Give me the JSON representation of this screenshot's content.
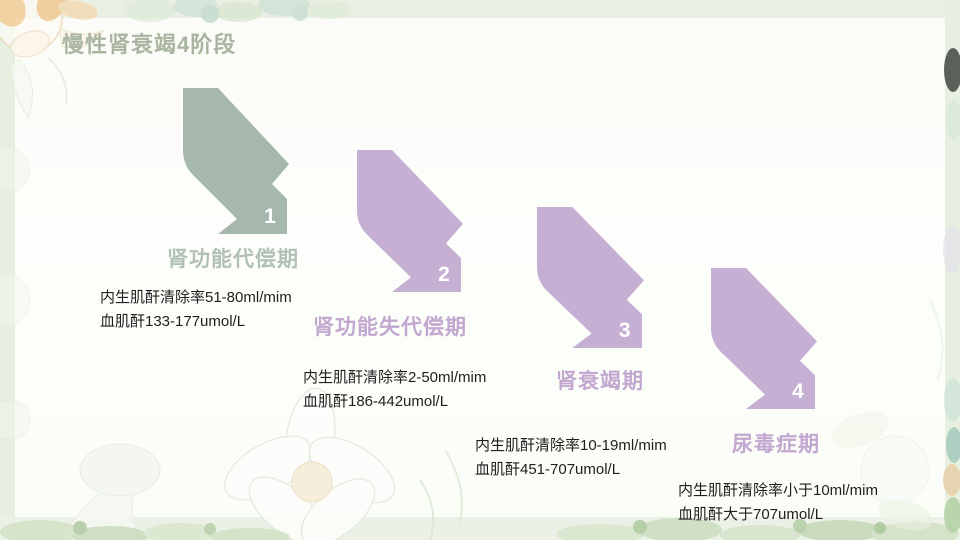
{
  "slide": {
    "title": "慢性肾衰竭4阶段",
    "stages": [
      {
        "number": "1",
        "label": "肾功能代偿期",
        "line1": "内生肌酐清除率51-80ml/mim",
        "line2": "血肌酐133-177umol/L"
      },
      {
        "number": "2",
        "label": "肾功能失代偿期",
        "line1": "内生肌酐清除率2-50ml/mim",
        "line2": "血肌酐186-442umol/L"
      },
      {
        "number": "3",
        "label": "肾衰竭期",
        "line1": "内生肌酐清除率10-19ml/mim",
        "line2": "血肌酐451-707umol/L"
      },
      {
        "number": "4",
        "label": "尿毒症期",
        "line1": "内生肌酐清除率小于10ml/mim",
        "line2": "血肌酐大于707umol/L"
      }
    ],
    "colors": {
      "arrow_stage1": "#a6b7ad",
      "arrow_stage2": "#c5afd3",
      "arrow_stage3": "#c5afd3",
      "arrow_stage4": "#c5afd3",
      "title_text": "#a9b5a0",
      "label_green": "#b2c1b6",
      "label_purple": "#c2a8d0",
      "detail_text": "#1f1f1f"
    }
  }
}
